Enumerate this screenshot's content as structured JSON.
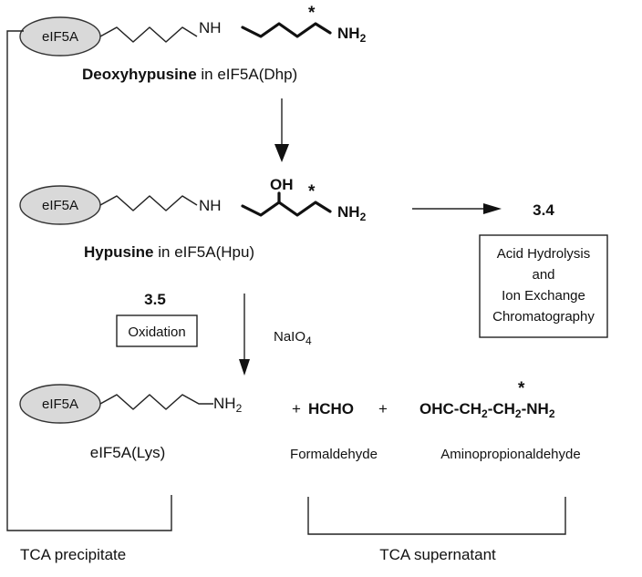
{
  "protein": "eIF5A",
  "row1": {
    "nh": "NH",
    "nh2": "NH",
    "nh2_sub": "2",
    "star": "*",
    "caption_bold": "Deoxyhypusine",
    "caption_rest": " in eIF5A(Dhp)"
  },
  "row2": {
    "nh": "NH",
    "oh": "OH",
    "star": "*",
    "nh2": "NH",
    "nh2_sub": "2",
    "caption_bold": "Hypusine",
    "caption_rest": "  in eIF5A(Hpu)",
    "section": "3.4",
    "box_lines": [
      "Acid Hydrolysis",
      "and",
      "Ion Exchange",
      "Chromatography"
    ]
  },
  "oxidation": {
    "section": "3.5",
    "label": "Oxidation",
    "reagent": "NaIO",
    "reagent_sub": "4"
  },
  "row3": {
    "nh2": "NH",
    "nh2_sub": "2",
    "plus": "+",
    "hcho": "HCHO",
    "ald_part1": "OHC-CH",
    "ald_sub1": "2",
    "ald_part2": "-CH",
    "ald_sub2": "2",
    "ald_part3": "-NH",
    "ald_sub3": "2",
    "ald_star": "*",
    "lys_caption": "eIF5A(Lys)",
    "formaldehyde": "Formaldehyde",
    "aminopropionaldehyde": "Aminopropionaldehyde"
  },
  "fractions": {
    "precipitate": "TCA precipitate",
    "supernatant": "TCA supernatant"
  }
}
